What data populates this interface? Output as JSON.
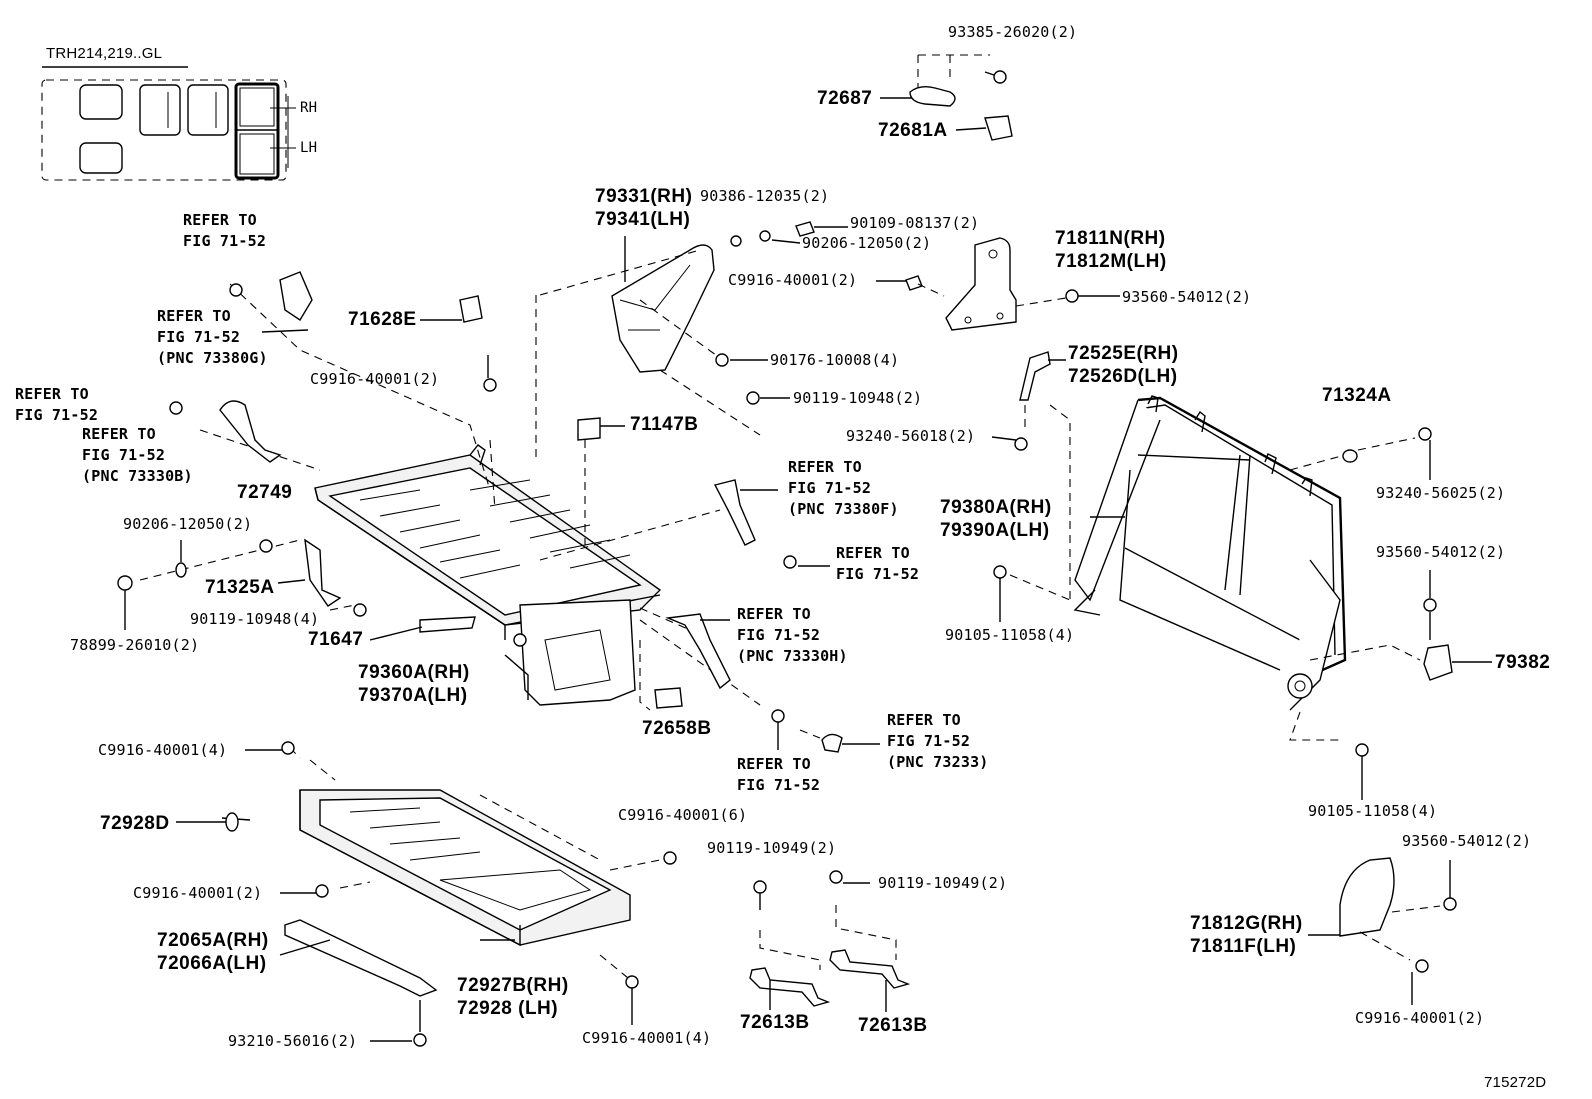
{
  "inset": {
    "model_code": "TRH214,219..GL",
    "rh": "RH",
    "lh": "LH"
  },
  "diagram_id": "715272D",
  "refs": {
    "r1": [
      "REFER TO",
      "FIG 71-52"
    ],
    "r2": [
      "REFER TO",
      "FIG 71-52",
      "(PNC 73380G)"
    ],
    "r3": [
      "REFER TO",
      "FIG 71-52"
    ],
    "r4": [
      "REFER TO",
      "FIG 71-52",
      "(PNC 73330B)"
    ],
    "r5": [
      "REFER TO",
      "FIG 71-52",
      "(PNC 73380F)"
    ],
    "r6": [
      "REFER TO",
      "FIG 71-52"
    ],
    "r7": [
      "REFER TO",
      "FIG 71-52",
      "(PNC 73330H)"
    ],
    "r8": [
      "REFER TO",
      "FIG 71-52"
    ],
    "r9": [
      "REFER TO",
      "FIG 71-52",
      "(PNC 73233)"
    ]
  },
  "parts": {
    "p93385": "93385-26020(2)",
    "p72687": "72687",
    "p72681A": "72681A",
    "p79331": "79331(RH)",
    "p79341": "79341(LH)",
    "p90386": "90386-12035(2)",
    "p90109": "90109-08137(2)",
    "p90206a": "90206-12050(2)",
    "p71811N": "71811N(RH)",
    "p71812M": "71812M(LH)",
    "pC9916a": "C9916-40001(2)",
    "p93560a": "93560-54012(2)",
    "p71628E": "71628E",
    "pC9916b": "C9916-40001(2)",
    "p90176": "90176-10008(4)",
    "p72525E": "72525E(RH)",
    "p72526D": "72526D(LH)",
    "p90119a": "90119-10948(2)",
    "p71147B": "71147B",
    "p71324A": "71324A",
    "p93240a": "93240-56018(2)",
    "p93240b": "93240-56025(2)",
    "p72749": "72749",
    "p90206b": "90206-12050(2)",
    "p79380A": "79380A(RH)",
    "p79390A": "79390A(LH)",
    "p71325A": "71325A",
    "p93560b": "93560-54012(2)",
    "p90119b": "90119-10948(4)",
    "p78899": "78899-26010(2)",
    "p71647": "71647",
    "p90105a": "90105-11058(4)",
    "p79382": "79382",
    "p79360A": "79360A(RH)",
    "p79370A": "79370A(LH)",
    "p72658B": "72658B",
    "pC9916c": "C9916-40001(4)",
    "p90105b": "90105-11058(4)",
    "p72928D": "72928D",
    "pC9916d": "C9916-40001(6)",
    "p93560c": "93560-54012(2)",
    "p90119c": "90119-10949(2)",
    "p90119d": "90119-10949(2)",
    "pC9916e": "C9916-40001(2)",
    "p71812G": "71812G(RH)",
    "p71811F": "71811F(LH)",
    "p72065A": "72065A(RH)",
    "p72066A": "72066A(LH)",
    "p72927B": "72927B(RH)",
    "p72928": "72928 (LH)",
    "pC9916f": "C9916-40001(4)",
    "p72613Ba": "72613B",
    "p72613Bb": "72613B",
    "pC9916g": "C9916-40001(2)",
    "p93210": "93210-56016(2)"
  }
}
